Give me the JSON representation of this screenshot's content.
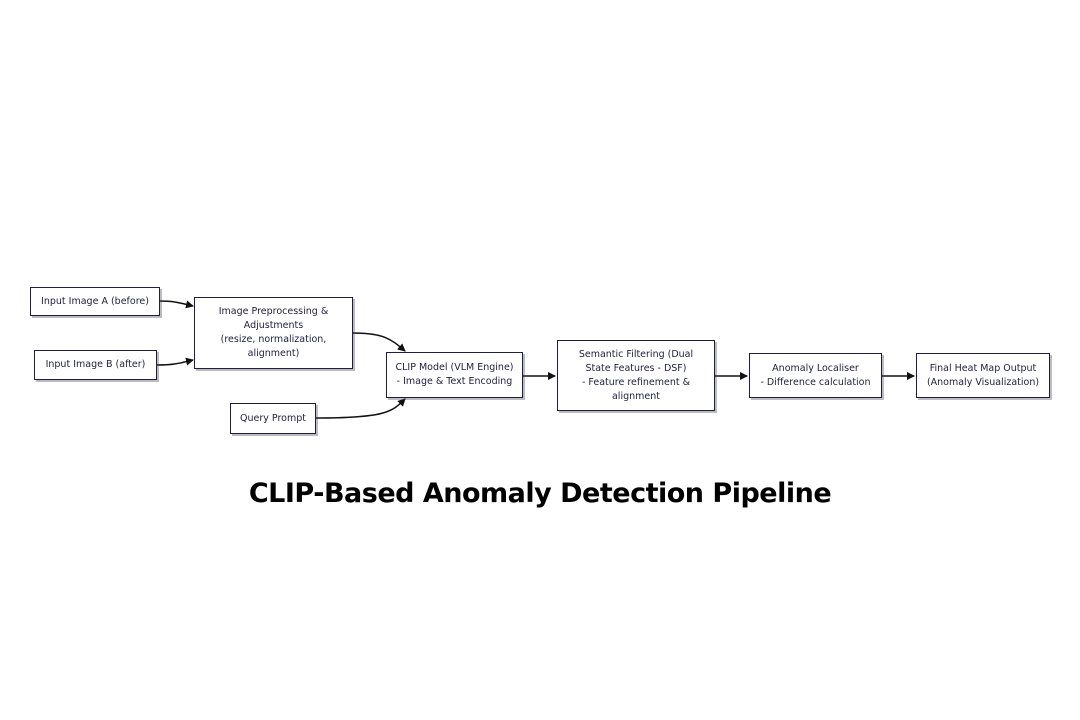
{
  "diagram": {
    "title": "CLIP-Based Anomaly Detection Pipeline",
    "colors": {
      "box_border": "#1f1f3d",
      "edge": "#111111",
      "text": "#1f1f3d",
      "background": "#ffffff"
    },
    "nodes": {
      "input_a": "Input Image A (before)",
      "input_b": "Input Image B (after)",
      "preprocessing": "Image Preprocessing &\nAdjustments\n(resize, normalization,\nalignment)",
      "query": "Query Prompt",
      "clip": "CLIP Model (VLM Engine)\n- Image & Text Encoding",
      "semantic": "Semantic Filtering (Dual\nState Features - DSF)\n- Feature refinement &\nalignment",
      "localiser": "Anomaly Localiser\n- Difference calculation",
      "heatmap": "Final Heat Map Output\n(Anomaly Visualization)"
    },
    "edges": [
      {
        "from": "input_a",
        "to": "preprocessing"
      },
      {
        "from": "input_b",
        "to": "preprocessing"
      },
      {
        "from": "preprocessing",
        "to": "clip"
      },
      {
        "from": "query",
        "to": "clip"
      },
      {
        "from": "clip",
        "to": "semantic"
      },
      {
        "from": "semantic",
        "to": "localiser"
      },
      {
        "from": "localiser",
        "to": "heatmap"
      }
    ]
  }
}
